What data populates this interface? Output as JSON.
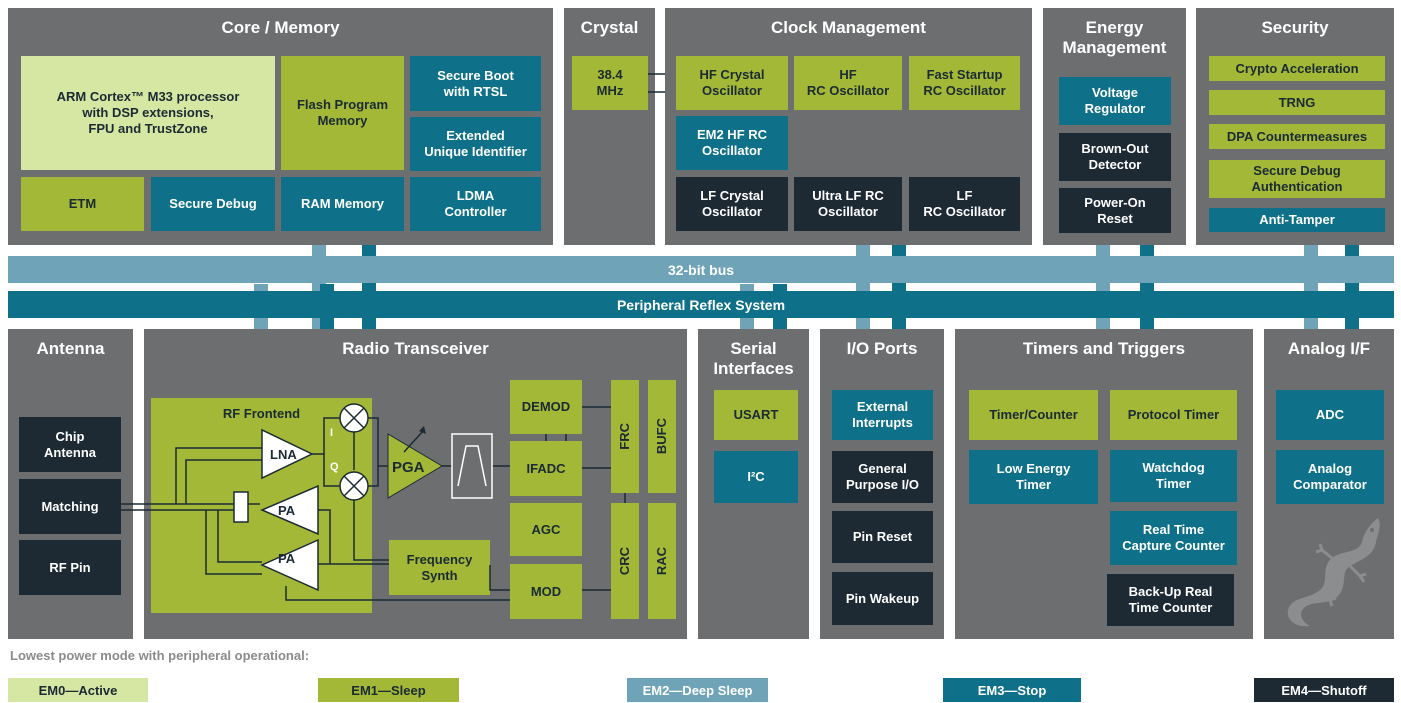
{
  "top": {
    "core_memory": {
      "title": "Core / Memory",
      "arm": "ARM Cortex™ M33 processor\nwith DSP extensions,\nFPU and TrustZone",
      "flash": "Flash Program\nMemory",
      "secure_boot": "Secure Boot\nwith RTSL",
      "extended_uid": "Extended\nUnique Identifier",
      "etm": "ETM",
      "secure_debug": "Secure Debug",
      "ram": "RAM Memory",
      "ldma": "LDMA\nController"
    },
    "crystal": {
      "title": "Crystal",
      "freq": "38.4\nMHz"
    },
    "clock": {
      "title": "Clock Management",
      "hf_crystal": "HF Crystal\nOscillator",
      "hf_rc": "HF\nRC Oscillator",
      "fast_startup": "Fast Startup\nRC Oscillator",
      "em2_hf_rc": "EM2 HF RC\nOscillator",
      "lf_crystal": "LF Crystal\nOscillator",
      "ultra_lf": "Ultra LF RC\nOscillator",
      "lf_rc": "LF\nRC Oscillator"
    },
    "energy": {
      "title": "Energy\nManagement",
      "voltage_reg": "Voltage\nRegulator",
      "brownout": "Brown-Out\nDetector",
      "por": "Power-On\nReset"
    },
    "security": {
      "title": "Security",
      "crypto": "Crypto Acceleration",
      "trng": "TRNG",
      "dpa": "DPA Countermeasures",
      "secure_debug_auth": "Secure Debug\nAuthentication",
      "anti_tamper": "Anti-Tamper"
    }
  },
  "buses": {
    "bus32": "32-bit bus",
    "prs": "Peripheral Reflex System"
  },
  "bottom": {
    "antenna": {
      "title": "Antenna",
      "chip": "Chip\nAntenna",
      "matching": "Matching",
      "rf_pin": "RF Pin"
    },
    "radio": {
      "title": "Radio Transceiver",
      "rf_frontend": "RF Frontend",
      "lna": "LNA",
      "pa1": "PA",
      "pa2": "PA",
      "i_label": "I",
      "q_label": "Q",
      "pga": "PGA",
      "freq_synth": "Frequency\nSynth",
      "demod": "DEMOD",
      "ifadc": "IFADC",
      "agc": "AGC",
      "mod": "MOD",
      "frc": "FRC",
      "bufc": "BUFC",
      "crc": "CRC",
      "rac": "RAC"
    },
    "serial": {
      "title": "Serial\nInterfaces",
      "usart": "USART",
      "i2c": "I²C"
    },
    "io": {
      "title": "I/O Ports",
      "ext_int": "External\nInterrupts",
      "gpio": "General\nPurpose I/O",
      "pin_reset": "Pin Reset",
      "pin_wakeup": "Pin Wakeup"
    },
    "timers": {
      "title": "Timers and Triggers",
      "timer_counter": "Timer/Counter",
      "protocol_timer": "Protocol Timer",
      "le_timer": "Low Energy\nTimer",
      "watchdog": "Watchdog\nTimer",
      "rtcc": "Real Time\nCapture Counter",
      "backup_rtc": "Back-Up Real\nTime Counter"
    },
    "analog": {
      "title": "Analog I/F",
      "adc": "ADC",
      "comparator": "Analog\nComparator"
    }
  },
  "legend": {
    "caption": "Lowest power mode with peripheral operational:",
    "items": [
      {
        "label": "EM0—Active",
        "color": "#d6e6a3"
      },
      {
        "label": "EM1—Sleep",
        "color": "#a3b836"
      },
      {
        "label": "EM2—Deep Sleep",
        "color": "#6ea3b8"
      },
      {
        "label": "EM3—Stop",
        "color": "#0e7089"
      },
      {
        "label": "EM4—Shutoff",
        "color": "#1d2a33"
      }
    ]
  },
  "colors": {
    "panel": "#6d6e70",
    "em0": "#d6e6a3",
    "em1": "#a3b836",
    "em2": "#6ea3b8",
    "em3": "#0e7089",
    "em4": "#1d2a33"
  }
}
